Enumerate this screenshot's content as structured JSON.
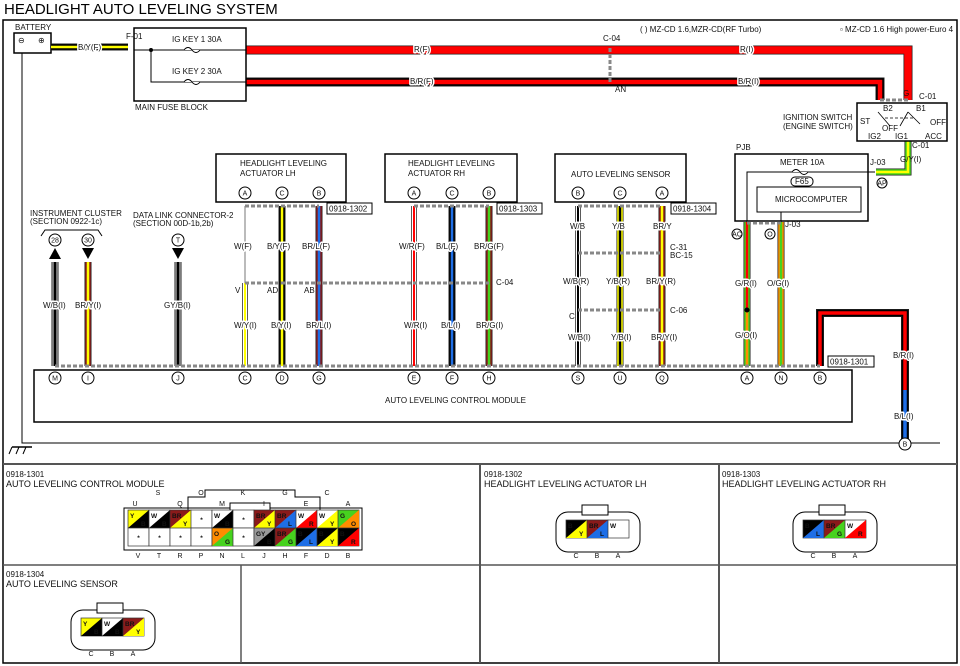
{
  "title": "HEADLIGHT AUTO LEVELING SYSTEM",
  "legend": {
    "paren": "( ) MZ-CD 1.6,MZR-CD(RF Turbo)",
    "square": "▫ MZ-CD 1.6 High power-Euro 4"
  },
  "colors": {
    "B": "#000000",
    "Y": "#ffff00",
    "R": "#ff0000",
    "L": "#1e6ee6",
    "G": "#46d21e",
    "BR": "#8b1a1a",
    "W": "#ffffff",
    "GY": "#9a9a9a",
    "O": "#ff8c00"
  },
  "battery": {
    "label": "BATTERY",
    "wire": "B/Y(F)",
    "connector": "F-01"
  },
  "fuse_block": {
    "label": "MAIN FUSE BLOCK",
    "fuse1": "IG KEY 1 30A",
    "fuse2": "IG KEY 2 30A"
  },
  "power": {
    "rf": "R(F)",
    "ri": "R(I)",
    "brf": "B/R(F)",
    "bri": "B/R(I)",
    "c04": "C-04",
    "an": "AN"
  },
  "ignition": {
    "label1": "IGNITION SWITCH",
    "label2": "(ENGINE SWITCH)",
    "g": "G",
    "c01a": "C-01",
    "c01b": "C-01",
    "b1": "B1",
    "b2": "B2",
    "st": "ST",
    "off1": "OFF",
    "off2": "OFF",
    "ig2": "IG2",
    "ig1": "IG1",
    "acc": "ACC",
    "wire": "G/Y(I)"
  },
  "pjb": {
    "label": "PJB",
    "fuse": "METER 10A",
    "fuse_id": "F65",
    "micro": "MICROCOMPUTER",
    "j03a": "J-03",
    "j03b": "J-03",
    "ap": "AP",
    "ac": "AC",
    "o": "O"
  },
  "actuator_lh": {
    "l1": "HEADLIGHT LEVELING",
    "l2": "ACTUATOR LH",
    "conn": "0918-1302",
    "pins": [
      "A",
      "C",
      "B"
    ]
  },
  "actuator_rh": {
    "l1": "HEADLIGHT LEVELING",
    "l2": "ACTUATOR RH",
    "conn": "0918-1303",
    "pins": [
      "A",
      "C",
      "B"
    ]
  },
  "sensor": {
    "l1": "AUTO LEVELING SENSOR",
    "conn": "0918-1304",
    "pins": [
      "B",
      "C",
      "A"
    ],
    "c31": "C-31",
    "bc15": "BC-15",
    "c06": "C-06",
    "c": "C"
  },
  "cluster": {
    "l1": "INSTRUMENT CLUSTER",
    "l2": "(SECTION 0922-1c)",
    "pins": [
      "28",
      "30"
    ]
  },
  "dlc": {
    "l1": "DATA LINK CONNECTOR-2",
    "l2": "(SECTION 00D-1b,2b)",
    "pin": "T"
  },
  "wire_labels": {
    "wb_i": "W/B(I)",
    "bry_i": "BR/Y(I)",
    "gyb_i": "GY/B(I)",
    "w_f": "W(F)",
    "by_f": "B/Y(F)",
    "brl_f": "BR/L(F)",
    "v": "V",
    "ad": "AD",
    "ab": "AB",
    "wy_i": "W/Y(I)",
    "by_i": "B/Y(I)",
    "brl_i": "BR/L(I)",
    "wr_f": "W/R(F)",
    "bl_f": "B/L(F)",
    "brg_f": "BR/G(F)",
    "c04": "C-04",
    "wr_i": "W/R(I)",
    "bl_i": "B/L(I)",
    "brg_i": "BR/G(I)",
    "wb": "W/B",
    "yb": "Y/B",
    "bry": "BR/Y",
    "wb_r": "W/B(R)",
    "yb_r": "Y/B(R)",
    "bry_r": "BR/Y(R)",
    "wb_i2": "W/B(I)",
    "yb_i": "Y/B(I)",
    "bry_i2": "BR/Y(I)",
    "gr_i": "G/R(I)",
    "go_i": "G/O(I)",
    "og_i": "O/G(I)",
    "br_i": "B/R(I)",
    "bl_i2": "B/L(I)"
  },
  "module": {
    "label": "AUTO LEVELING CONTROL MODULE",
    "conn": "0918-1301",
    "pins": [
      "M",
      "I",
      "J",
      "C",
      "D",
      "G",
      "E",
      "F",
      "H",
      "S",
      "U",
      "Q",
      "A",
      "N",
      "B"
    ]
  },
  "ground_pin": "B",
  "panels": [
    {
      "id": "0918-1301",
      "name": "AUTO LEVELING CONTROL MODULE",
      "top_labels": [
        "U",
        "S",
        "Q",
        "O",
        "M",
        "K",
        "I",
        "G",
        "E",
        "C",
        "A"
      ],
      "bottom_labels": [
        "V",
        "T",
        "R",
        "P",
        "N",
        "L",
        "J",
        "H",
        "F",
        "D",
        "B"
      ],
      "rows": [
        [
          [
            "Y",
            "B"
          ],
          [
            "W",
            "B"
          ],
          [
            "BR",
            "Y"
          ],
          [
            "*"
          ],
          [
            "W",
            "B"
          ],
          [
            "*"
          ],
          [
            "BR",
            "Y"
          ],
          [
            "BR",
            "L"
          ],
          [
            "W",
            "R"
          ],
          [
            "W",
            "Y"
          ],
          [
            "G",
            "O"
          ]
        ],
        [
          [
            "*"
          ],
          [
            "*"
          ],
          [
            "*"
          ],
          [
            "*"
          ],
          [
            "O",
            "G"
          ],
          [
            "*"
          ],
          [
            "GY",
            "B"
          ],
          [
            "BR",
            "G"
          ],
          [
            "B",
            "L"
          ],
          [
            "B",
            "Y"
          ],
          [
            "B",
            "R"
          ]
        ]
      ]
    },
    {
      "id": "0918-1302",
      "name": "HEADLIGHT LEVELING ACTUATOR LH",
      "labels": [
        "C",
        "B",
        "A"
      ],
      "cells": [
        [
          "B",
          "Y"
        ],
        [
          "BR",
          "L"
        ],
        [
          "W"
        ]
      ]
    },
    {
      "id": "0918-1303",
      "name": "HEADLIGHT LEVELING ACTUATOR RH",
      "labels": [
        "C",
        "B",
        "A"
      ],
      "cells": [
        [
          "B",
          "L"
        ],
        [
          "BR",
          "G"
        ],
        [
          "W",
          "R"
        ]
      ]
    },
    {
      "id": "0918-1304",
      "name": "AUTO LEVELING SENSOR",
      "labels": [
        "C",
        "B",
        "A"
      ],
      "cells": [
        [
          "Y",
          "B"
        ],
        [
          "W",
          "B"
        ],
        [
          "BR",
          "Y"
        ]
      ]
    }
  ]
}
